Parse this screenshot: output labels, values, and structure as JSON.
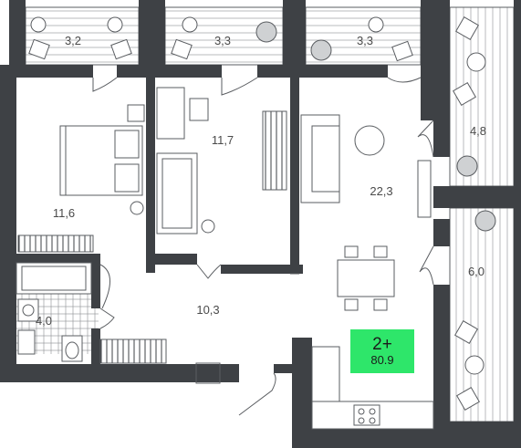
{
  "rooms": {
    "balcony_1": "3,2",
    "balcony_2": "3,3",
    "balcony_3": "3,3",
    "loggia_right_top": "4,8",
    "loggia_right_bottom": "6,0",
    "bedroom": "11,6",
    "study": "11,7",
    "living_room": "22,3",
    "bathroom": "4,0",
    "hallway": "10,3"
  },
  "summary": {
    "rooms": "2+",
    "total_area": "80.9"
  },
  "colors": {
    "wall": "#3e4145",
    "line": "#5a5d61",
    "badge": "#2ee66a"
  }
}
